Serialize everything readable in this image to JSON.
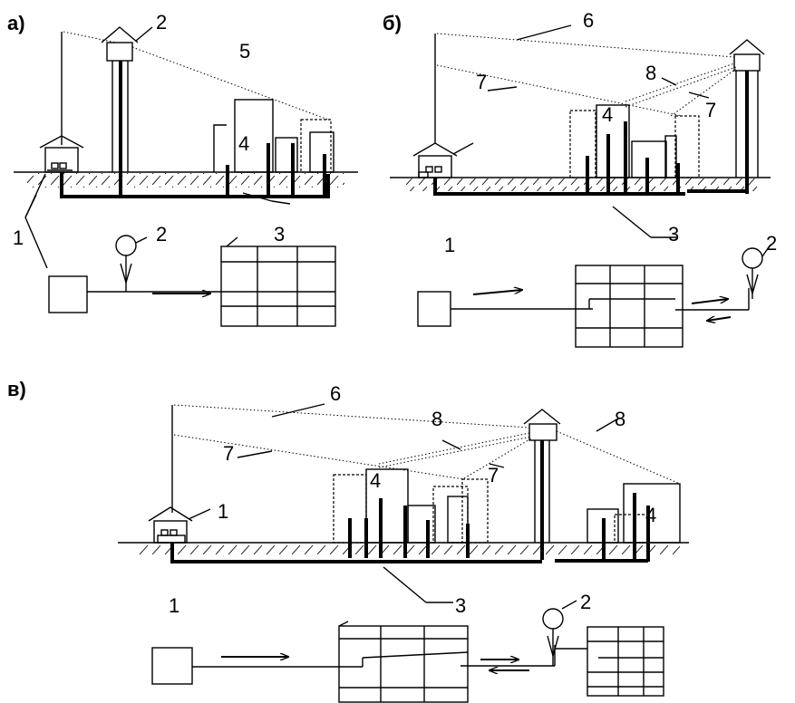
{
  "parts": {
    "a": "а)",
    "b": "б)",
    "v": "в)"
  },
  "callouts": {
    "one": "1",
    "two": "2",
    "three": "3",
    "four": "4",
    "five": "5",
    "six": "6",
    "seven": "7",
    "eight": "8"
  }
}
